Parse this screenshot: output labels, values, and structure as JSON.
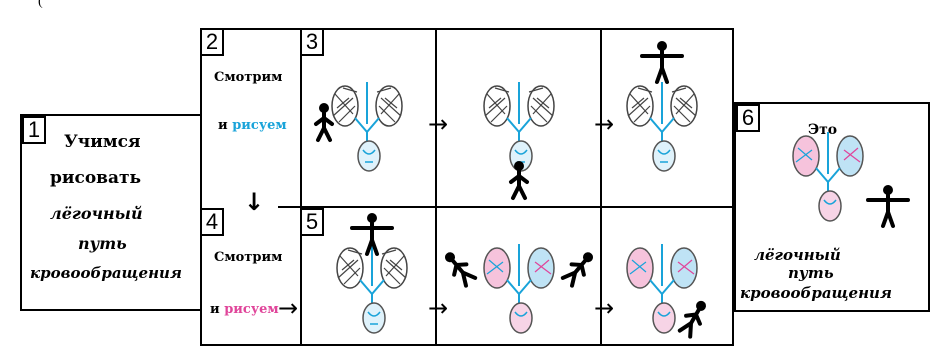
{
  "top_fragment": "(",
  "panel1": {
    "number": "1",
    "lines": [
      "Учимся",
      "рисовать",
      "лёгочный",
      "путь",
      "кровообращения"
    ]
  },
  "panel2": {
    "number": "2",
    "line1": "Смотрим",
    "line2_prefix": "и",
    "line2_word": "рисуем"
  },
  "panel3": {
    "number": "3"
  },
  "panel4": {
    "number": "4",
    "line1": "Смотрим",
    "line2_prefix": "и",
    "line2_word": "рисуем"
  },
  "panel5": {
    "number": "5"
  },
  "panel6": {
    "number": "6",
    "title": "Это",
    "lines": [
      "лёгочный",
      "путь",
      "кровообращения"
    ]
  },
  "arrows": {
    "right": "→",
    "down": "↓"
  },
  "colors": {
    "blue": "#19a3d9",
    "pink": "#e0459a",
    "lung_gray": "#555555",
    "black": "#000000"
  },
  "icons": [
    "lungs-heart-diagram",
    "stick-figure"
  ]
}
